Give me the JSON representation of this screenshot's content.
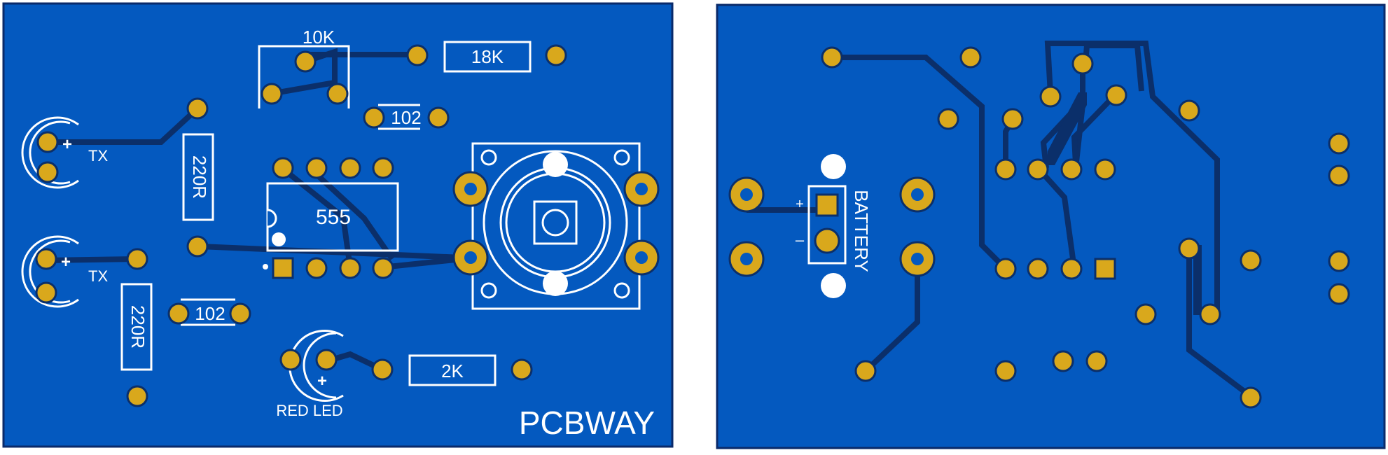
{
  "colors": {
    "board": "#0459bf",
    "trace": "#0b2f6a",
    "pad": "#d9a81c",
    "silk": "#ffffff",
    "background": "#ffffff"
  },
  "front": {
    "labels": {
      "r10k": "10K",
      "r18k": "18K",
      "c102a": "102",
      "r220a": "220R",
      "ic": "555",
      "tx1": "TX",
      "tx2": "TX",
      "r220b": "220R",
      "c102b": "102",
      "r2k": "2K",
      "led": "RED LED",
      "brand": "PCBWAY",
      "plus1": "+",
      "plus2": "+",
      "plus3": "+"
    }
  },
  "back": {
    "labels": {
      "battery": "BATTERY",
      "plus": "+",
      "minus": "–"
    }
  }
}
